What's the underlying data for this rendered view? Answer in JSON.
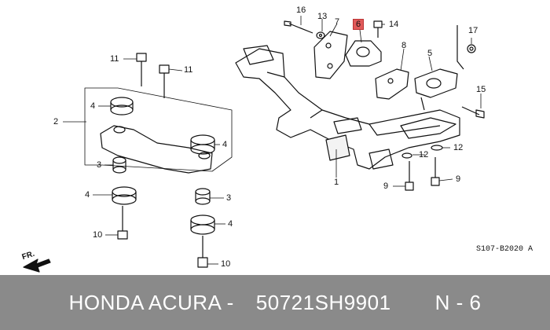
{
  "diagram": {
    "callouts": [
      {
        "id": "c16",
        "text": "16"
      },
      {
        "id": "c13",
        "text": "13"
      },
      {
        "id": "c7",
        "text": "7"
      },
      {
        "id": "c6",
        "text": "6",
        "highlight": true
      },
      {
        "id": "c14",
        "text": "14"
      },
      {
        "id": "c17",
        "text": "17"
      },
      {
        "id": "c8",
        "text": "8"
      },
      {
        "id": "c5",
        "text": "5"
      },
      {
        "id": "c11a",
        "text": "11"
      },
      {
        "id": "c11b",
        "text": "11"
      },
      {
        "id": "c15",
        "text": "15"
      },
      {
        "id": "c2",
        "text": "2"
      },
      {
        "id": "c4a",
        "text": "4"
      },
      {
        "id": "c4b",
        "text": "4"
      },
      {
        "id": "c3a",
        "text": "3"
      },
      {
        "id": "c4c",
        "text": "4"
      },
      {
        "id": "c3b",
        "text": "3"
      },
      {
        "id": "c4d",
        "text": "4"
      },
      {
        "id": "c10a",
        "text": "10"
      },
      {
        "id": "c10b",
        "text": "10"
      },
      {
        "id": "c1",
        "text": "1"
      },
      {
        "id": "c12a",
        "text": "12"
      },
      {
        "id": "c12b",
        "text": "12"
      },
      {
        "id": "c9a",
        "text": "9"
      },
      {
        "id": "c9b",
        "text": "9"
      }
    ],
    "diagram_code": "S107-B2020 A",
    "direction_label": "FR.",
    "highlight_color": "#e05a5a"
  },
  "footer": {
    "brand": "HONDA ACURA -",
    "part_number": "50721SH9901",
    "ref": "N - 6"
  }
}
